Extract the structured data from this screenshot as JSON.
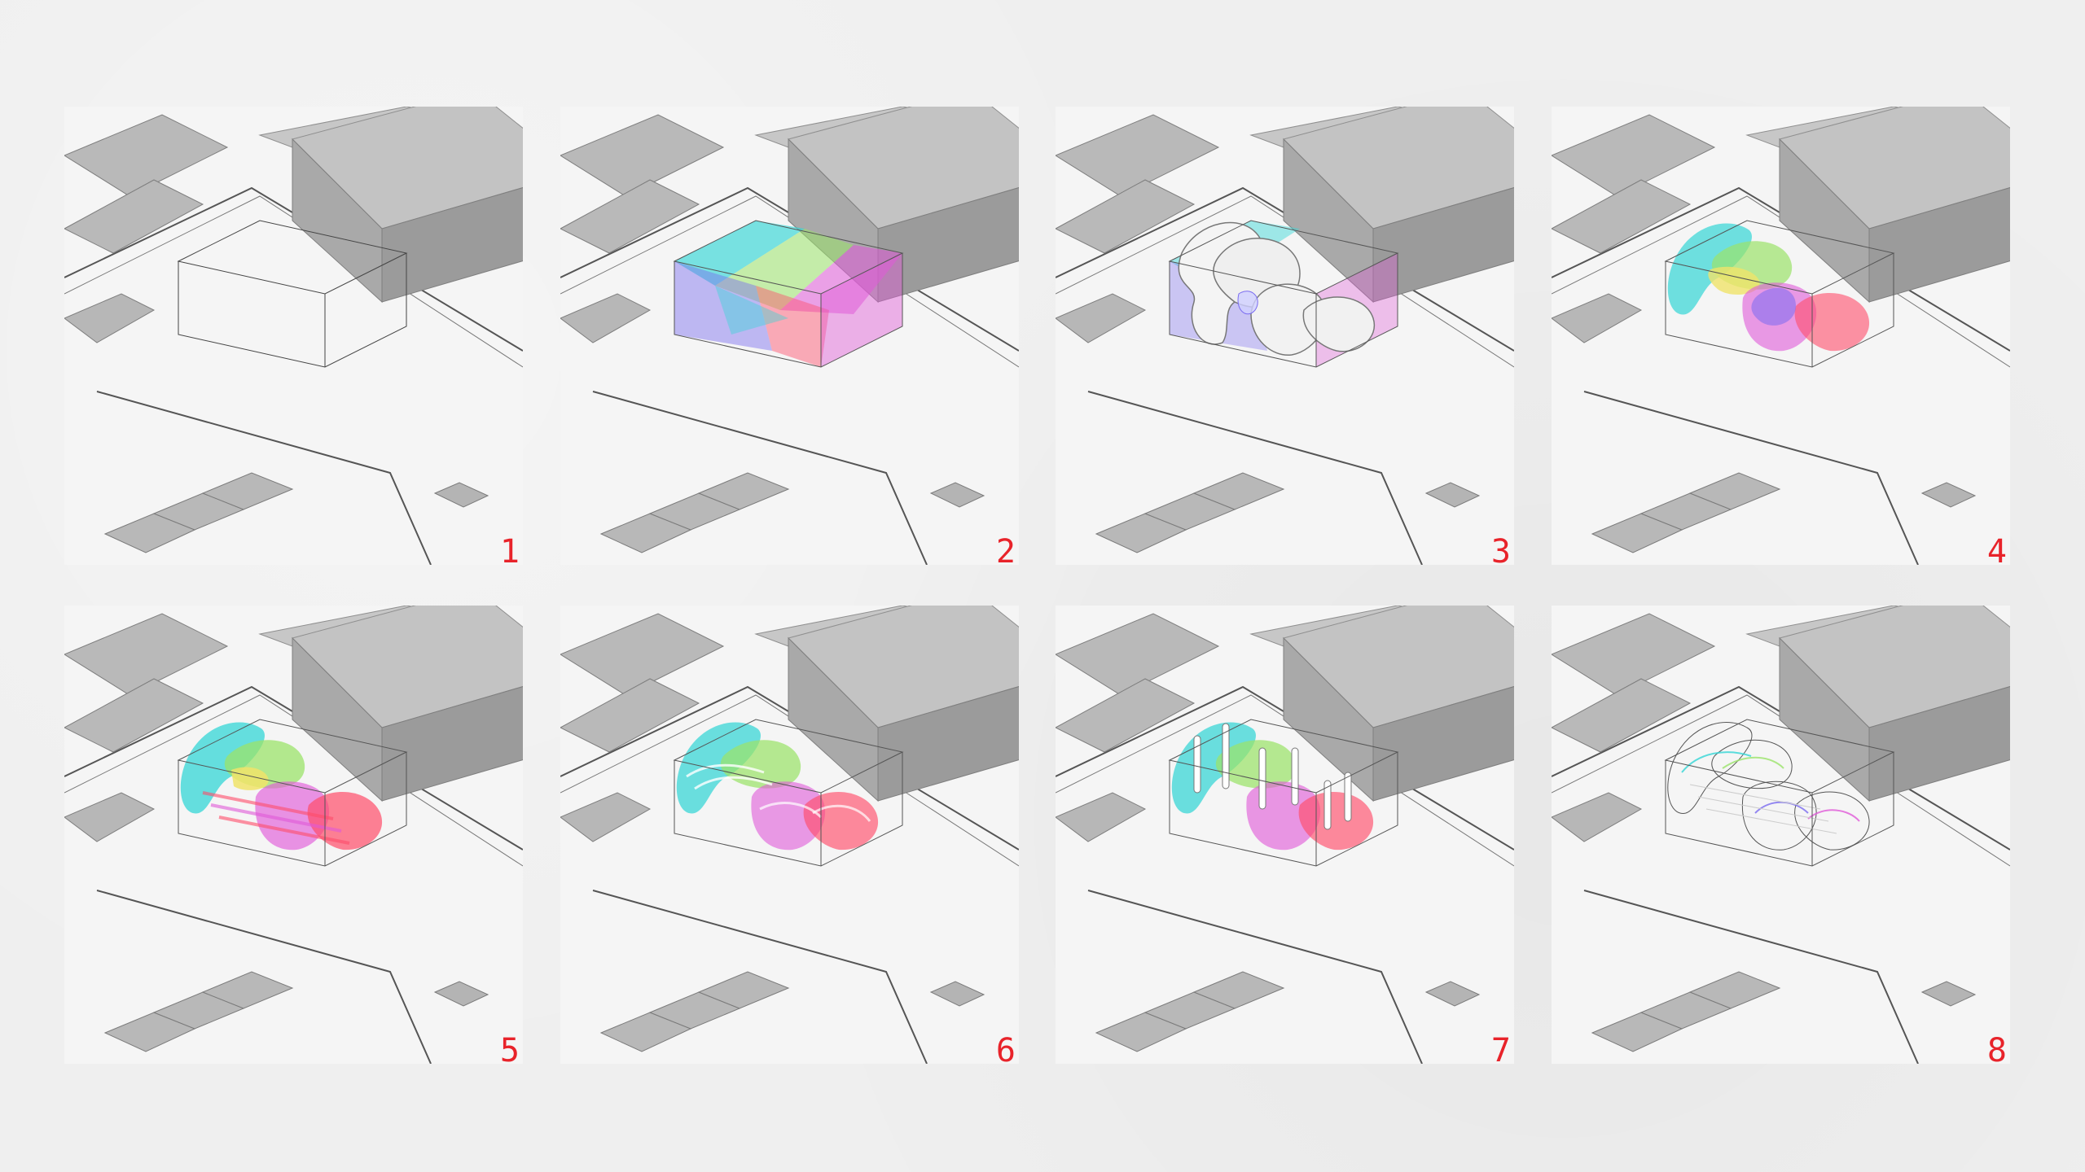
{
  "diagram": {
    "steps": [
      {
        "number": "1",
        "stage": "site-volume-outline"
      },
      {
        "number": "2",
        "stage": "colored-planes"
      },
      {
        "number": "3",
        "stage": "white-blob-volumes"
      },
      {
        "number": "4",
        "stage": "colored-blobs"
      },
      {
        "number": "5",
        "stage": "sliced-layers"
      },
      {
        "number": "6",
        "stage": "rounded-layers"
      },
      {
        "number": "7",
        "stage": "layers-with-columns"
      },
      {
        "number": "8",
        "stage": "wireframe-layers"
      }
    ],
    "colors": {
      "background": "#efefef",
      "step_number": "#e8232a",
      "ground": "#f5f5f5",
      "building_top": "#bdbdbd",
      "building_front": "#9c9c9c",
      "building_side": "#8a8a8a",
      "cyan": "#33d6d6",
      "green": "#9be36a",
      "magenta": "#e05ad8",
      "red": "#ff4d6a",
      "blue": "#7a6cf0",
      "yellow": "#f0e36a"
    }
  }
}
